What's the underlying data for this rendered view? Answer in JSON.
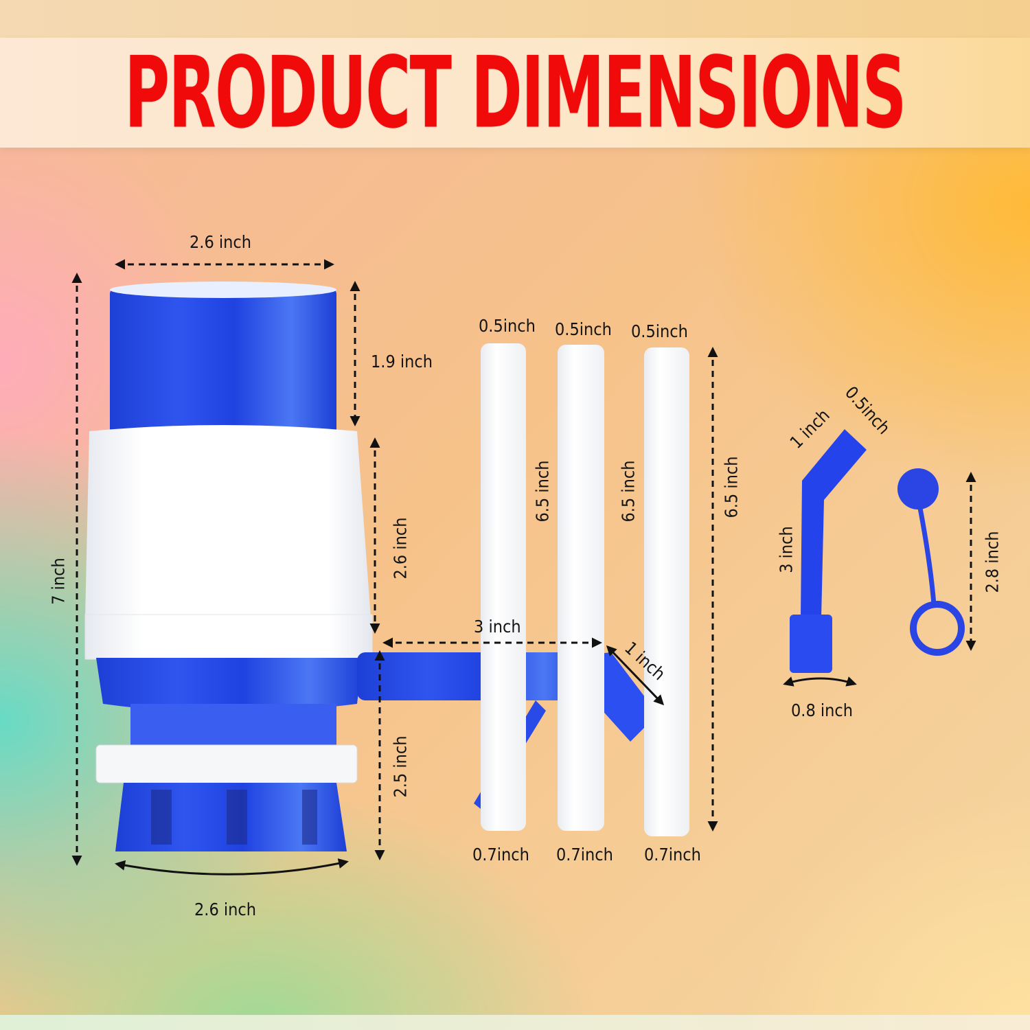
{
  "header": {
    "title": "PRODUCT DIMENSIONS",
    "title_color": "#f10a0a"
  },
  "colors": {
    "pump_blue": "#2244e0",
    "pump_white": "#ffffff",
    "arrow": "#111111"
  },
  "pump": {
    "top_width": "2.6 inch",
    "total_height": "7 inch",
    "cap_height": "1.9 inch",
    "body_height": "2.6 inch",
    "base_height": "2.5 inch",
    "base_circumference": "2.6 inch",
    "spout_length": "3 inch",
    "spout_tip": "1 inch"
  },
  "tubes": [
    {
      "top_diameter": "0.5inch",
      "bottom_diameter": "0.7inch",
      "length": "6.5 inch"
    },
    {
      "top_diameter": "0.5inch",
      "bottom_diameter": "0.7inch",
      "length": "6.5 inch"
    },
    {
      "top_diameter": "0.5inch",
      "bottom_diameter": "0.7inch",
      "length": "6.5 inch"
    }
  ],
  "elbow": {
    "tip_length": "1 inch",
    "tip_diameter": "0.5inch",
    "length": "3 inch",
    "bottom_diameter": "0.8 inch"
  },
  "cap": {
    "length": "2.8 inch"
  }
}
